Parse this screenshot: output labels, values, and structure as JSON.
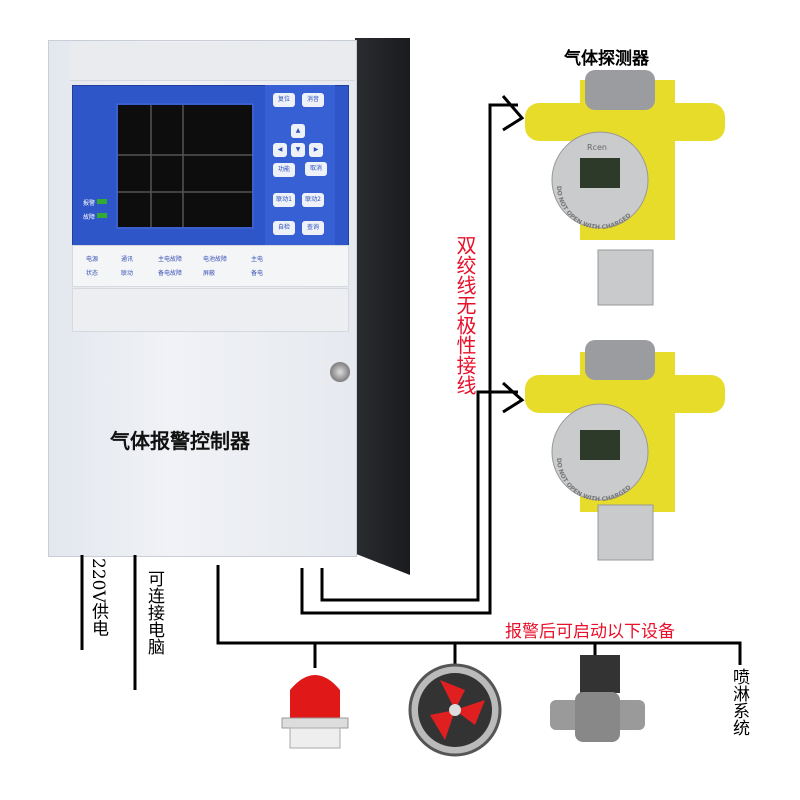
{
  "controller": {
    "title": "气体报警控制器",
    "keys": [
      "复位",
      "消音",
      "▲",
      "◀",
      "▼",
      "▶",
      "功能",
      "取消",
      "联动1",
      "联动2",
      "自检",
      "查询"
    ],
    "status_lights": [
      "报警",
      "故障"
    ],
    "indicators": [
      "电源",
      "状态",
      "通讯",
      "联动",
      "主电故障",
      "备电故障",
      "电池故障",
      "屏蔽",
      "主电",
      "备电"
    ]
  },
  "detector": {
    "title": "气体探测器",
    "brand": "Rcen",
    "housing_text": "DO NOT OPEN WITH CHARGED",
    "color": "#e8dc2a"
  },
  "labels": {
    "wiring": "双绞线无极性接线",
    "power": "220V供电",
    "computer": "可连接电脑",
    "devices_header": "报警后可启动以下设备",
    "sprinkler": "喷淋系统"
  },
  "devices": [
    "strobe-alarm-light",
    "exhaust-fan",
    "solenoid-valve",
    "sprinkler-system"
  ],
  "colors": {
    "accent_red": "#e8102a",
    "panel_blue": "#2f56c8",
    "wire": "#000000"
  }
}
